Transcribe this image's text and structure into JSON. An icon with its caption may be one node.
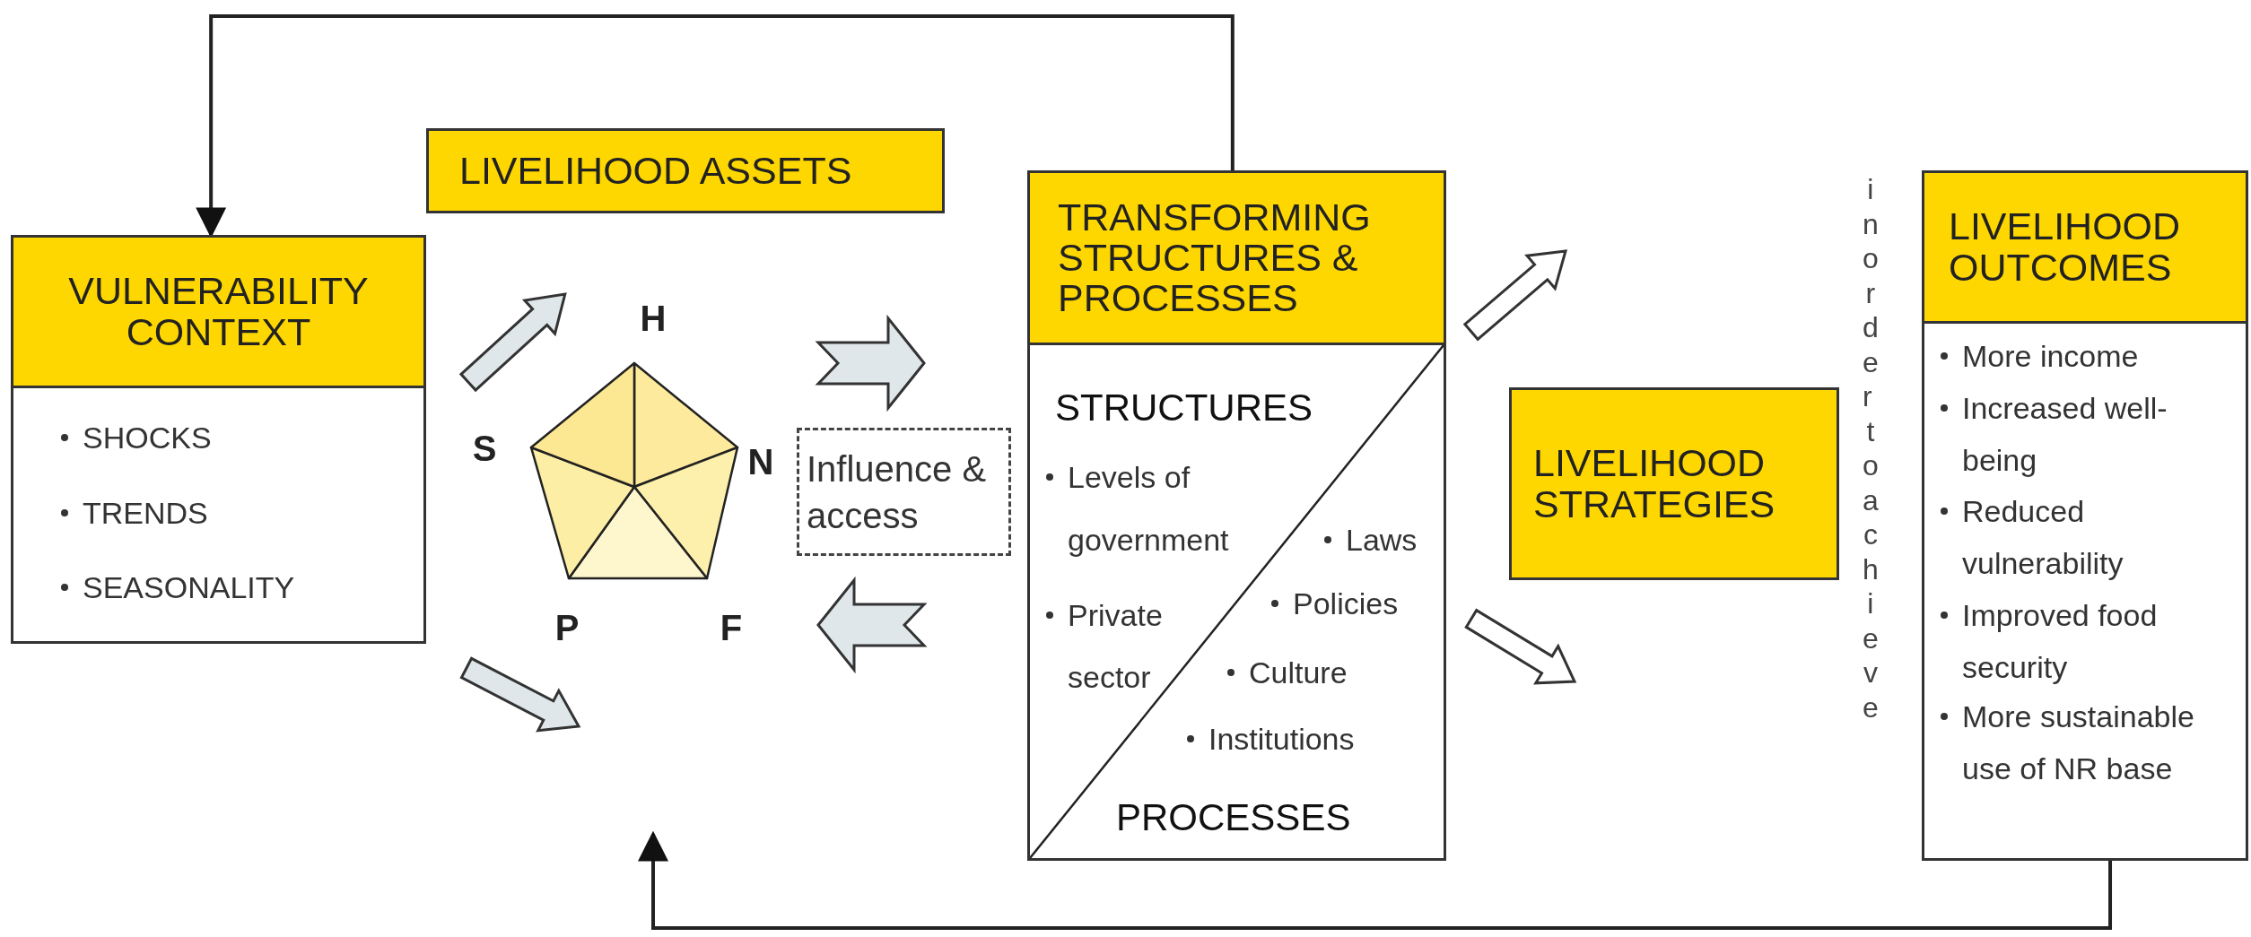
{
  "diagram": {
    "nodes": [
      {
        "text": [
          "VULNERABILITY CONTEXT",
          "SHOCKS",
          "TRENDS",
          "SEASONALITY"
        ]
      },
      {
        "text": [
          "LIVELIHOOD ASSETS"
        ]
      },
      {
        "text": [],
        "shape": "pentagon",
        "beside": [
          "H",
          "S",
          "N",
          "P",
          "F"
        ]
      },
      {
        "text": [
          "Influence & access"
        ]
      },
      {
        "text": [
          "TRANSFORMING STRUCTURES & PROCESSES",
          "STRUCTURES",
          "Levels of government",
          "Private sector",
          "Laws",
          "Policies",
          "Culture",
          "Institutions",
          "PROCESSES"
        ]
      },
      {
        "text": [
          "LIVELIHOOD STRATEGIES"
        ]
      },
      {
        "text": [
          "LIVELIHOOD OUTCOMES",
          "More income",
          "Increased well-being",
          "Reduced vulnerability",
          "Improved food security",
          "More sustainable use of NR base"
        ]
      }
    ],
    "edges": [
      {
        "from": 4,
        "to": 0,
        "arrow": "to"
      },
      {
        "from": 6,
        "to": null,
        "arrow": "to"
      },
      {
        "from": 0,
        "to": 2,
        "arrow": "to",
        "style": "thick",
        "color": "#dfe7ea"
      },
      {
        "from": 0,
        "to": null,
        "arrow": "to",
        "style": "thick",
        "color": "#dfe7ea"
      },
      {
        "from": 2,
        "to": 4,
        "arrow": "to",
        "style": "thick",
        "color": "#dfe7ea"
      },
      {
        "from": 4,
        "to": 2,
        "arrow": "to",
        "style": "thick",
        "color": "#dfe7ea"
      },
      {
        "from": 4,
        "to": 5,
        "arrow": "to",
        "style": "thick"
      },
      {
        "from": 4,
        "to": 5,
        "arrow": "to",
        "style": "thick"
      }
    ],
    "labels": [
      "in order to achieve"
    ]
  }
}
